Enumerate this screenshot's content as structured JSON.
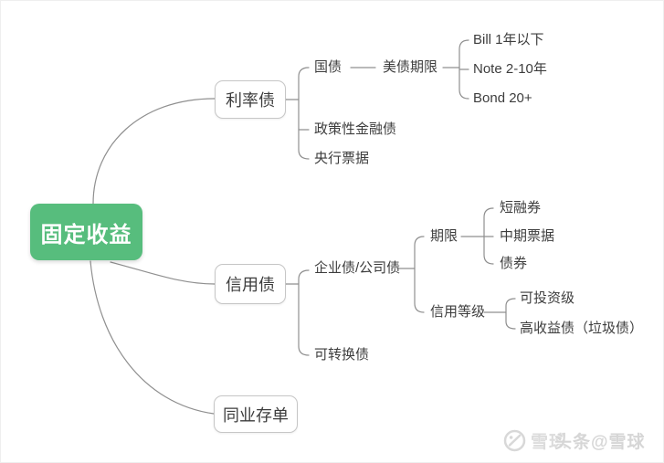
{
  "tree": {
    "label": "固定收益",
    "children": [
      {
        "label": "利率债",
        "children": [
          {
            "label": "国债",
            "children": [
              {
                "label": "美债期限",
                "children": [
                  {
                    "label": "Bill 1年以下"
                  },
                  {
                    "label": "Note 2-10年"
                  },
                  {
                    "label": "Bond 20+"
                  }
                ]
              }
            ]
          },
          {
            "label": "政策性金融债"
          },
          {
            "label": "央行票据"
          }
        ]
      },
      {
        "label": "信用债",
        "children": [
          {
            "label": "企业债/公司债",
            "children": [
              {
                "label": "期限",
                "children": [
                  {
                    "label": "短融券"
                  },
                  {
                    "label": "中期票据"
                  },
                  {
                    "label": "债券"
                  }
                ]
              },
              {
                "label": "信用等级",
                "children": [
                  {
                    "label": "可投资级"
                  },
                  {
                    "label": "高收益债（垃圾债）"
                  }
                ]
              }
            ]
          },
          {
            "label": "可转换债"
          }
        ]
      },
      {
        "label": "同业存单"
      }
    ]
  },
  "watermark": {
    "app": "雪球",
    "repost": "头条@雪球"
  },
  "colors": {
    "root_fill": "#57bd7d",
    "root_text": "#ffffff",
    "connector_line": "#8f8f8f",
    "node_border": "#c6c6c6",
    "node_text": "#3d3d3d",
    "watermark_text": "#d9d9d9",
    "background": "#ffffff"
  }
}
